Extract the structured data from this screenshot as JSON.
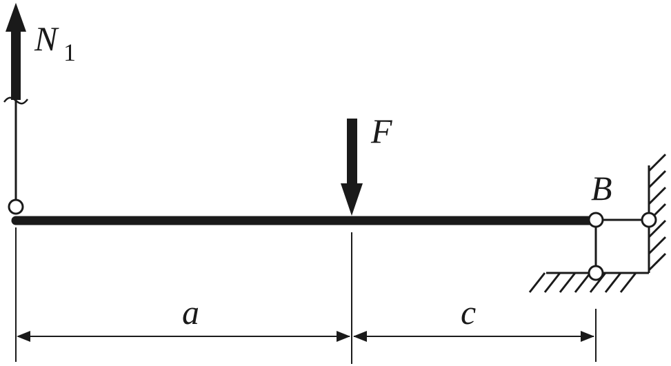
{
  "labels": {
    "force_n": "N",
    "force_n_subscript": "1",
    "force_f": "F",
    "support_b": "B",
    "dim_a": "a",
    "dim_c": "c"
  },
  "colors": {
    "ink": "#1a1a1a",
    "background": "#ffffff"
  }
}
